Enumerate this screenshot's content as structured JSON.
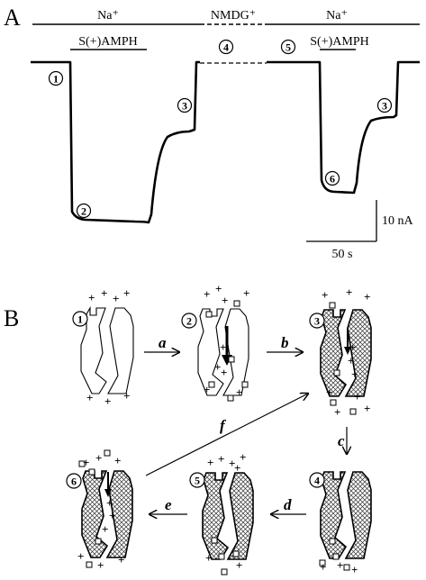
{
  "panel_a": {
    "label": "A",
    "solution_labels": {
      "na_left": "Na⁺",
      "nmdg": "NMDG⁺",
      "na_right": "Na⁺"
    },
    "drug_labels": {
      "left": "S(+)AMPH",
      "right": "S(+)AMPH"
    },
    "state_markers": [
      "1",
      "2",
      "3",
      "4",
      "5",
      "6",
      "3"
    ],
    "scale_bar": {
      "current_label": "10 nA",
      "time_label": "50 s"
    }
  },
  "panel_b": {
    "label": "B",
    "transition_labels": {
      "a": "a",
      "b": "b",
      "c": "c",
      "d": "d",
      "e": "e",
      "f": "f"
    },
    "state_numbers": [
      "1",
      "2",
      "3",
      "4",
      "5",
      "6"
    ],
    "ion_sign": "+"
  }
}
